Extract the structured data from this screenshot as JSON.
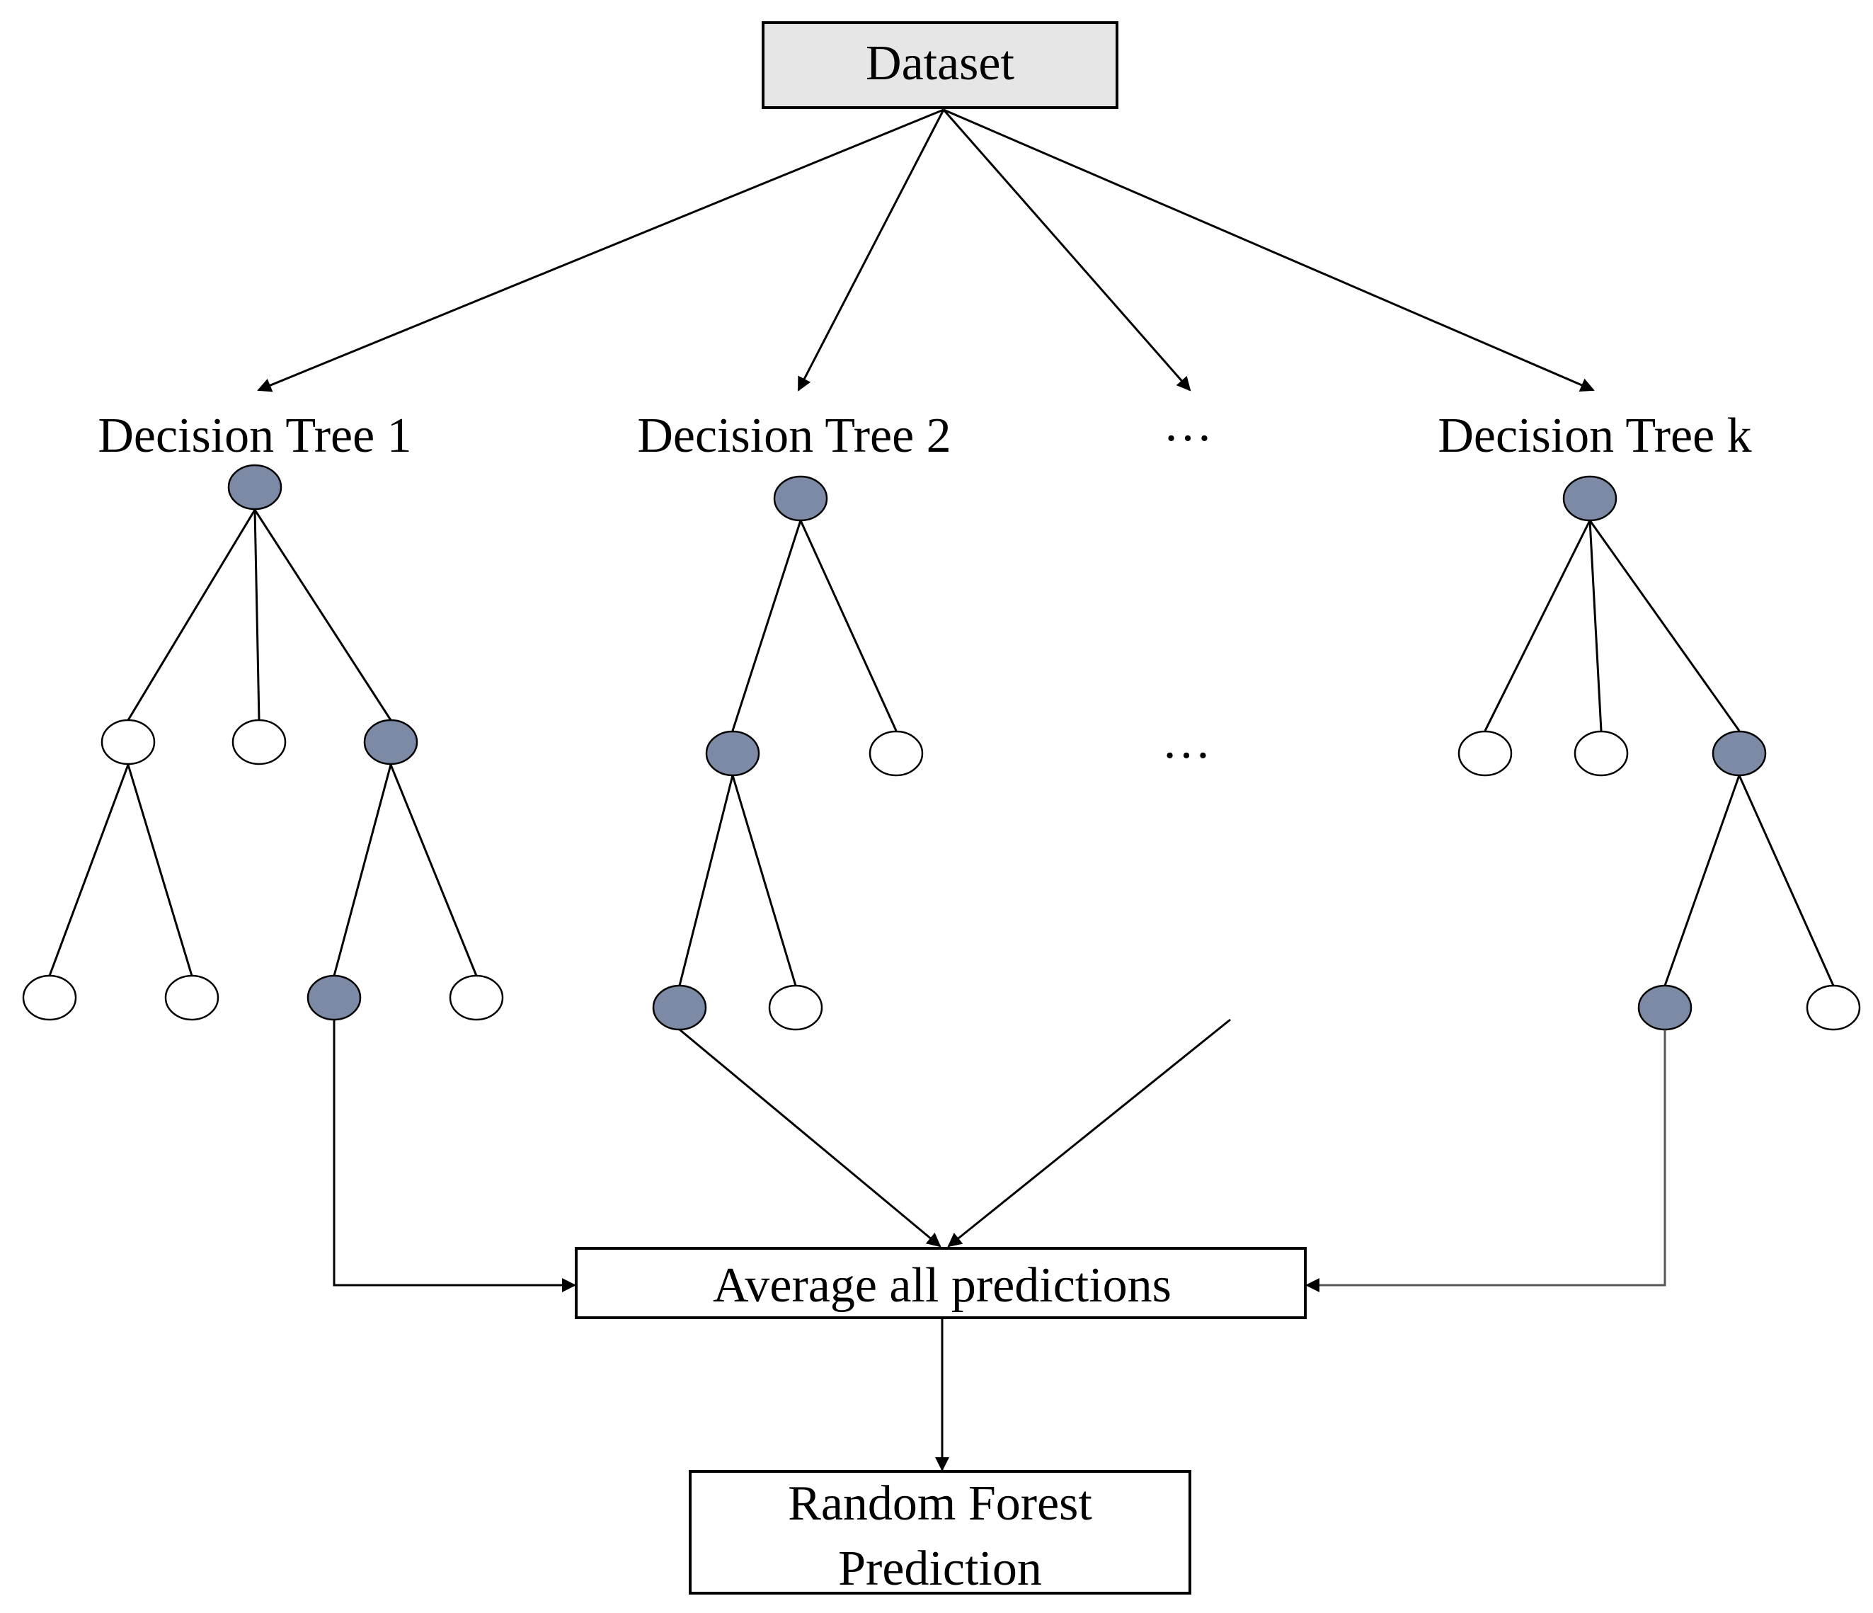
{
  "colors": {
    "dataset_fill": "#e6e6e6",
    "selected_node": "#7d8aa5",
    "unselected_node": "#ffffff",
    "stroke": "#000000"
  },
  "dataset": {
    "label": "Dataset"
  },
  "trees": [
    {
      "label": "Decision Tree 1"
    },
    {
      "label": "Decision Tree 2"
    },
    {
      "label": "Decision Tree k"
    }
  ],
  "ellipsis": {
    "top": "…",
    "middle": "…"
  },
  "aggregate": {
    "label": "Average all predictions"
  },
  "output": {
    "line1": "Random Forest",
    "line2": "Prediction"
  }
}
